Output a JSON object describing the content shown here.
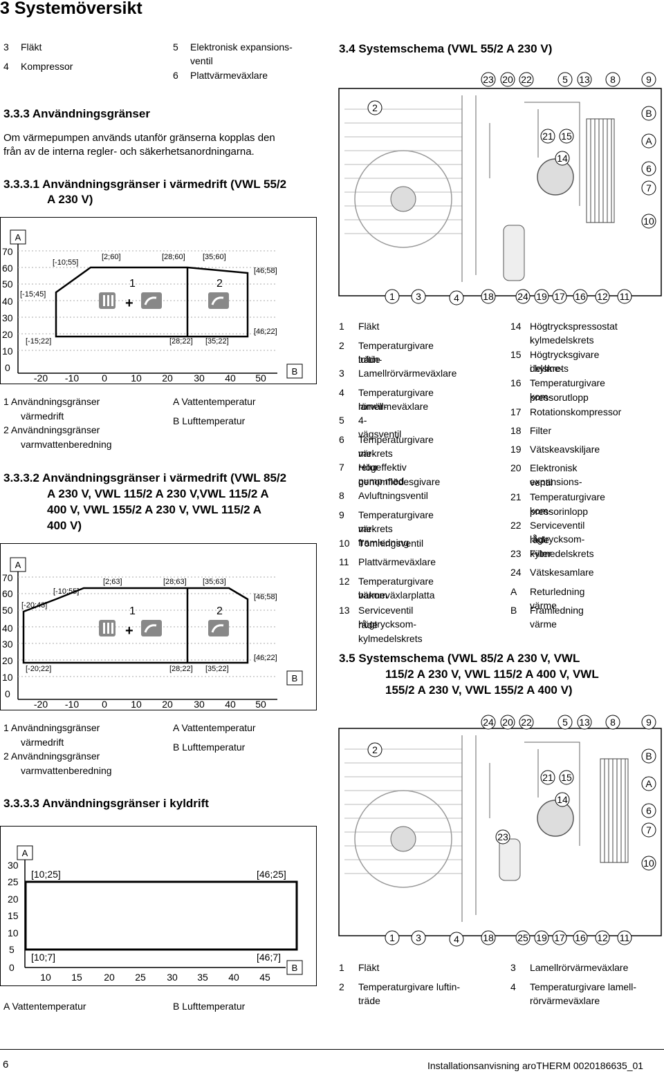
{
  "header": {
    "title": "3 Systemöversikt"
  },
  "parts_top": [
    {
      "num": "3",
      "label": "Fläkt"
    },
    {
      "num": "4",
      "label": "Kompressor"
    },
    {
      "num": "5",
      "label": "Elektronisk expansions-"
    },
    {
      "num": "",
      "label": "ventil"
    },
    {
      "num": "6",
      "label": "Plattvärmeväxlare"
    }
  ],
  "sec333": {
    "heading": "3.3.3   Användningsgränser",
    "body1": "Om värmepumpen används utanför gränserna kopplas den",
    "body2": "från av de interna regler- och säkerhetsanordningarna."
  },
  "sec3331": {
    "line1": "3.3.3.1 Användningsgränser i värmedrift (VWL 55/2",
    "line2": "A 230 V)"
  },
  "sec3332": {
    "line1": "3.3.3.2 Användningsgränser i värmedrift (VWL 85/2",
    "line2": "A 230 V, VWL 115/2 A 230 V,VWL 115/2 A",
    "line3": "400 V, VWL 155/2 A 230 V, VWL 115/2 A",
    "line4": "400 V)"
  },
  "sec3333": {
    "heading": "3.3.3.3 Användningsgränser i kyldrift"
  },
  "chart1": {
    "axis_a": "A",
    "axis_b": "B",
    "yticks": [
      "70",
      "60",
      "50",
      "40",
      "30",
      "20",
      "10",
      "0"
    ],
    "xticks": [
      "-20",
      "-10",
      "0",
      "10",
      "20",
      "30",
      "40",
      "50"
    ],
    "pts": [
      "[-10;55]",
      "[2;60]",
      "[28;60]",
      "[35;60]",
      "[46;58]",
      "[-15;45]",
      "[46;22]",
      "[-15;22]",
      "[28;22]",
      "[35;22]"
    ],
    "zone1": "1",
    "zone2": "2",
    "plus": "+"
  },
  "chart2": {
    "axis_a": "A",
    "axis_b": "B",
    "yticks": [
      "70",
      "60",
      "50",
      "40",
      "30",
      "20",
      "10",
      "0"
    ],
    "xticks": [
      "-20",
      "-10",
      "0",
      "10",
      "20",
      "30",
      "40",
      "50"
    ],
    "pts": [
      "[2;63]",
      "[28;63]",
      "[35;63]",
      "[-10;55]",
      "[46;58]",
      "[-20;43]",
      "[46;22]",
      "[-20;22]",
      "[28;22]",
      "[35;22]"
    ],
    "zone1": "1",
    "zone2": "2",
    "plus": "+"
  },
  "chart3": {
    "axis_a": "A",
    "axis_b": "B",
    "yticks": [
      "30",
      "25",
      "20",
      "15",
      "10",
      "5",
      "0"
    ],
    "xticks": [
      "10",
      "15",
      "20",
      "25",
      "30",
      "35",
      "40",
      "45"
    ],
    "pts": [
      "[10;25]",
      "[46;25]",
      "[10;7]",
      "[46;7]"
    ]
  },
  "legend12": {
    "l1a": "1   Användningsgränser",
    "l1b": "värmedrift",
    "l2a": "2   Användningsgränser",
    "l2b": "varmvattenberedning",
    "la": "A   Vattentemperatur",
    "lb": "B   Lufttemperatur"
  },
  "legend3": {
    "la": "A   Vattentemperatur",
    "lb": "B   Lufttemperatur"
  },
  "sec34": {
    "heading": "3.4    Systemschema (VWL 55/2 A 230 V)"
  },
  "diagram1": {
    "top": [
      "23",
      "20",
      "22",
      "5",
      "13",
      "8",
      "9"
    ],
    "left": "2",
    "right": [
      "B",
      "A",
      "6",
      "7",
      "10"
    ],
    "mid": [
      "21",
      "15",
      "14"
    ],
    "bottom": [
      "1",
      "3",
      "4",
      "18",
      "24",
      "19",
      "17",
      "16",
      "12",
      "11"
    ]
  },
  "diagram2": {
    "top": [
      "24",
      "20",
      "22",
      "5",
      "13",
      "8",
      "9"
    ],
    "left": "2",
    "right": [
      "B",
      "A",
      "6",
      "7",
      "10"
    ],
    "mid": [
      "21",
      "15",
      "14",
      "23"
    ],
    "bottom": [
      "1",
      "3",
      "4",
      "18",
      "25",
      "19",
      "17",
      "16",
      "12",
      "11"
    ]
  },
  "list34_left": [
    {
      "n": "1",
      "t": "Fläkt"
    },
    {
      "n": "2",
      "t": "Temperaturgivare luftin-"
    },
    {
      "n": "",
      "t": "träde"
    },
    {
      "n": "3",
      "t": "Lamellrörvärmeväxlare"
    },
    {
      "n": "4",
      "t": "Temperaturgivare lamell-"
    },
    {
      "n": "",
      "t": "rörvärmeväxlare"
    },
    {
      "n": "5",
      "t": "4-vägsventil"
    },
    {
      "n": "6",
      "t": "Temperaturgivare vär-"
    },
    {
      "n": "",
      "t": "mekrets retur"
    },
    {
      "n": "7",
      "t": "Högeffektiv pump med"
    },
    {
      "n": "",
      "t": "genomflödesgivare"
    },
    {
      "n": "8",
      "t": "Avluftningsventil"
    },
    {
      "n": "9",
      "t": "Temperaturgivare vär-"
    },
    {
      "n": "",
      "t": "mekrets framledning"
    },
    {
      "n": "10",
      "t": "Tömningsventil"
    },
    {
      "n": "11",
      "t": "Plattvärmeväxlare"
    },
    {
      "n": "12",
      "t": "Temperaturgivare bakom"
    },
    {
      "n": "",
      "t": "värmeväxlarplatta"
    },
    {
      "n": "13",
      "t": "Serviceventil högtrycksom-"
    },
    {
      "n": "",
      "t": "råde kylmedelskrets"
    }
  ],
  "list34_right": [
    {
      "n": "14",
      "t": "Högtryckspressostat i"
    },
    {
      "n": "",
      "t": "kylmedelskrets"
    },
    {
      "n": "15",
      "t": "Högtrycksgivare i kylme-"
    },
    {
      "n": "",
      "t": "delskrets"
    },
    {
      "n": "16",
      "t": "Temperaturgivare kom-"
    },
    {
      "n": "",
      "t": "pressorutlopp"
    },
    {
      "n": "17",
      "t": "Rotationskompressor"
    },
    {
      "n": "18",
      "t": "Filter"
    },
    {
      "n": "19",
      "t": "Vätskeavskiljare"
    },
    {
      "n": "20",
      "t": "Elektronisk expansions-"
    },
    {
      "n": "",
      "t": "ventil"
    },
    {
      "n": "21",
      "t": "Temperaturgivare kom-"
    },
    {
      "n": "",
      "t": "pressorinlopp"
    },
    {
      "n": "22",
      "t": "Serviceventil lågtrycksom-"
    },
    {
      "n": "",
      "t": "råde kylmedelskrets"
    },
    {
      "n": "23",
      "t": "Filter"
    },
    {
      "n": "24",
      "t": "Vätskesamlare"
    },
    {
      "n": "A",
      "t": "Returledning värme"
    },
    {
      "n": "B",
      "t": "Framledning värme"
    }
  ],
  "sec35": {
    "line1": "3.5    Systemschema (VWL 85/2 A 230 V, VWL",
    "line2": "115/2 A 230 V, VWL 115/2 A 400 V, VWL",
    "line3": "155/2 A 230 V, VWL 155/2 A 400 V)"
  },
  "list35": [
    {
      "n": "1",
      "t": "Fläkt"
    },
    {
      "n": "2",
      "t": "Temperaturgivare luftin-"
    },
    {
      "n": "",
      "t": "träde"
    },
    {
      "n": "3",
      "t": "Lamellrörvärmeväxlare"
    },
    {
      "n": "4",
      "t": "Temperaturgivare lamell-"
    },
    {
      "n": "",
      "t": "rörvärmeväxlare"
    }
  ],
  "footer": {
    "page": "6",
    "doc": "Installationsanvisning aroTHERM 0020186635_01"
  }
}
